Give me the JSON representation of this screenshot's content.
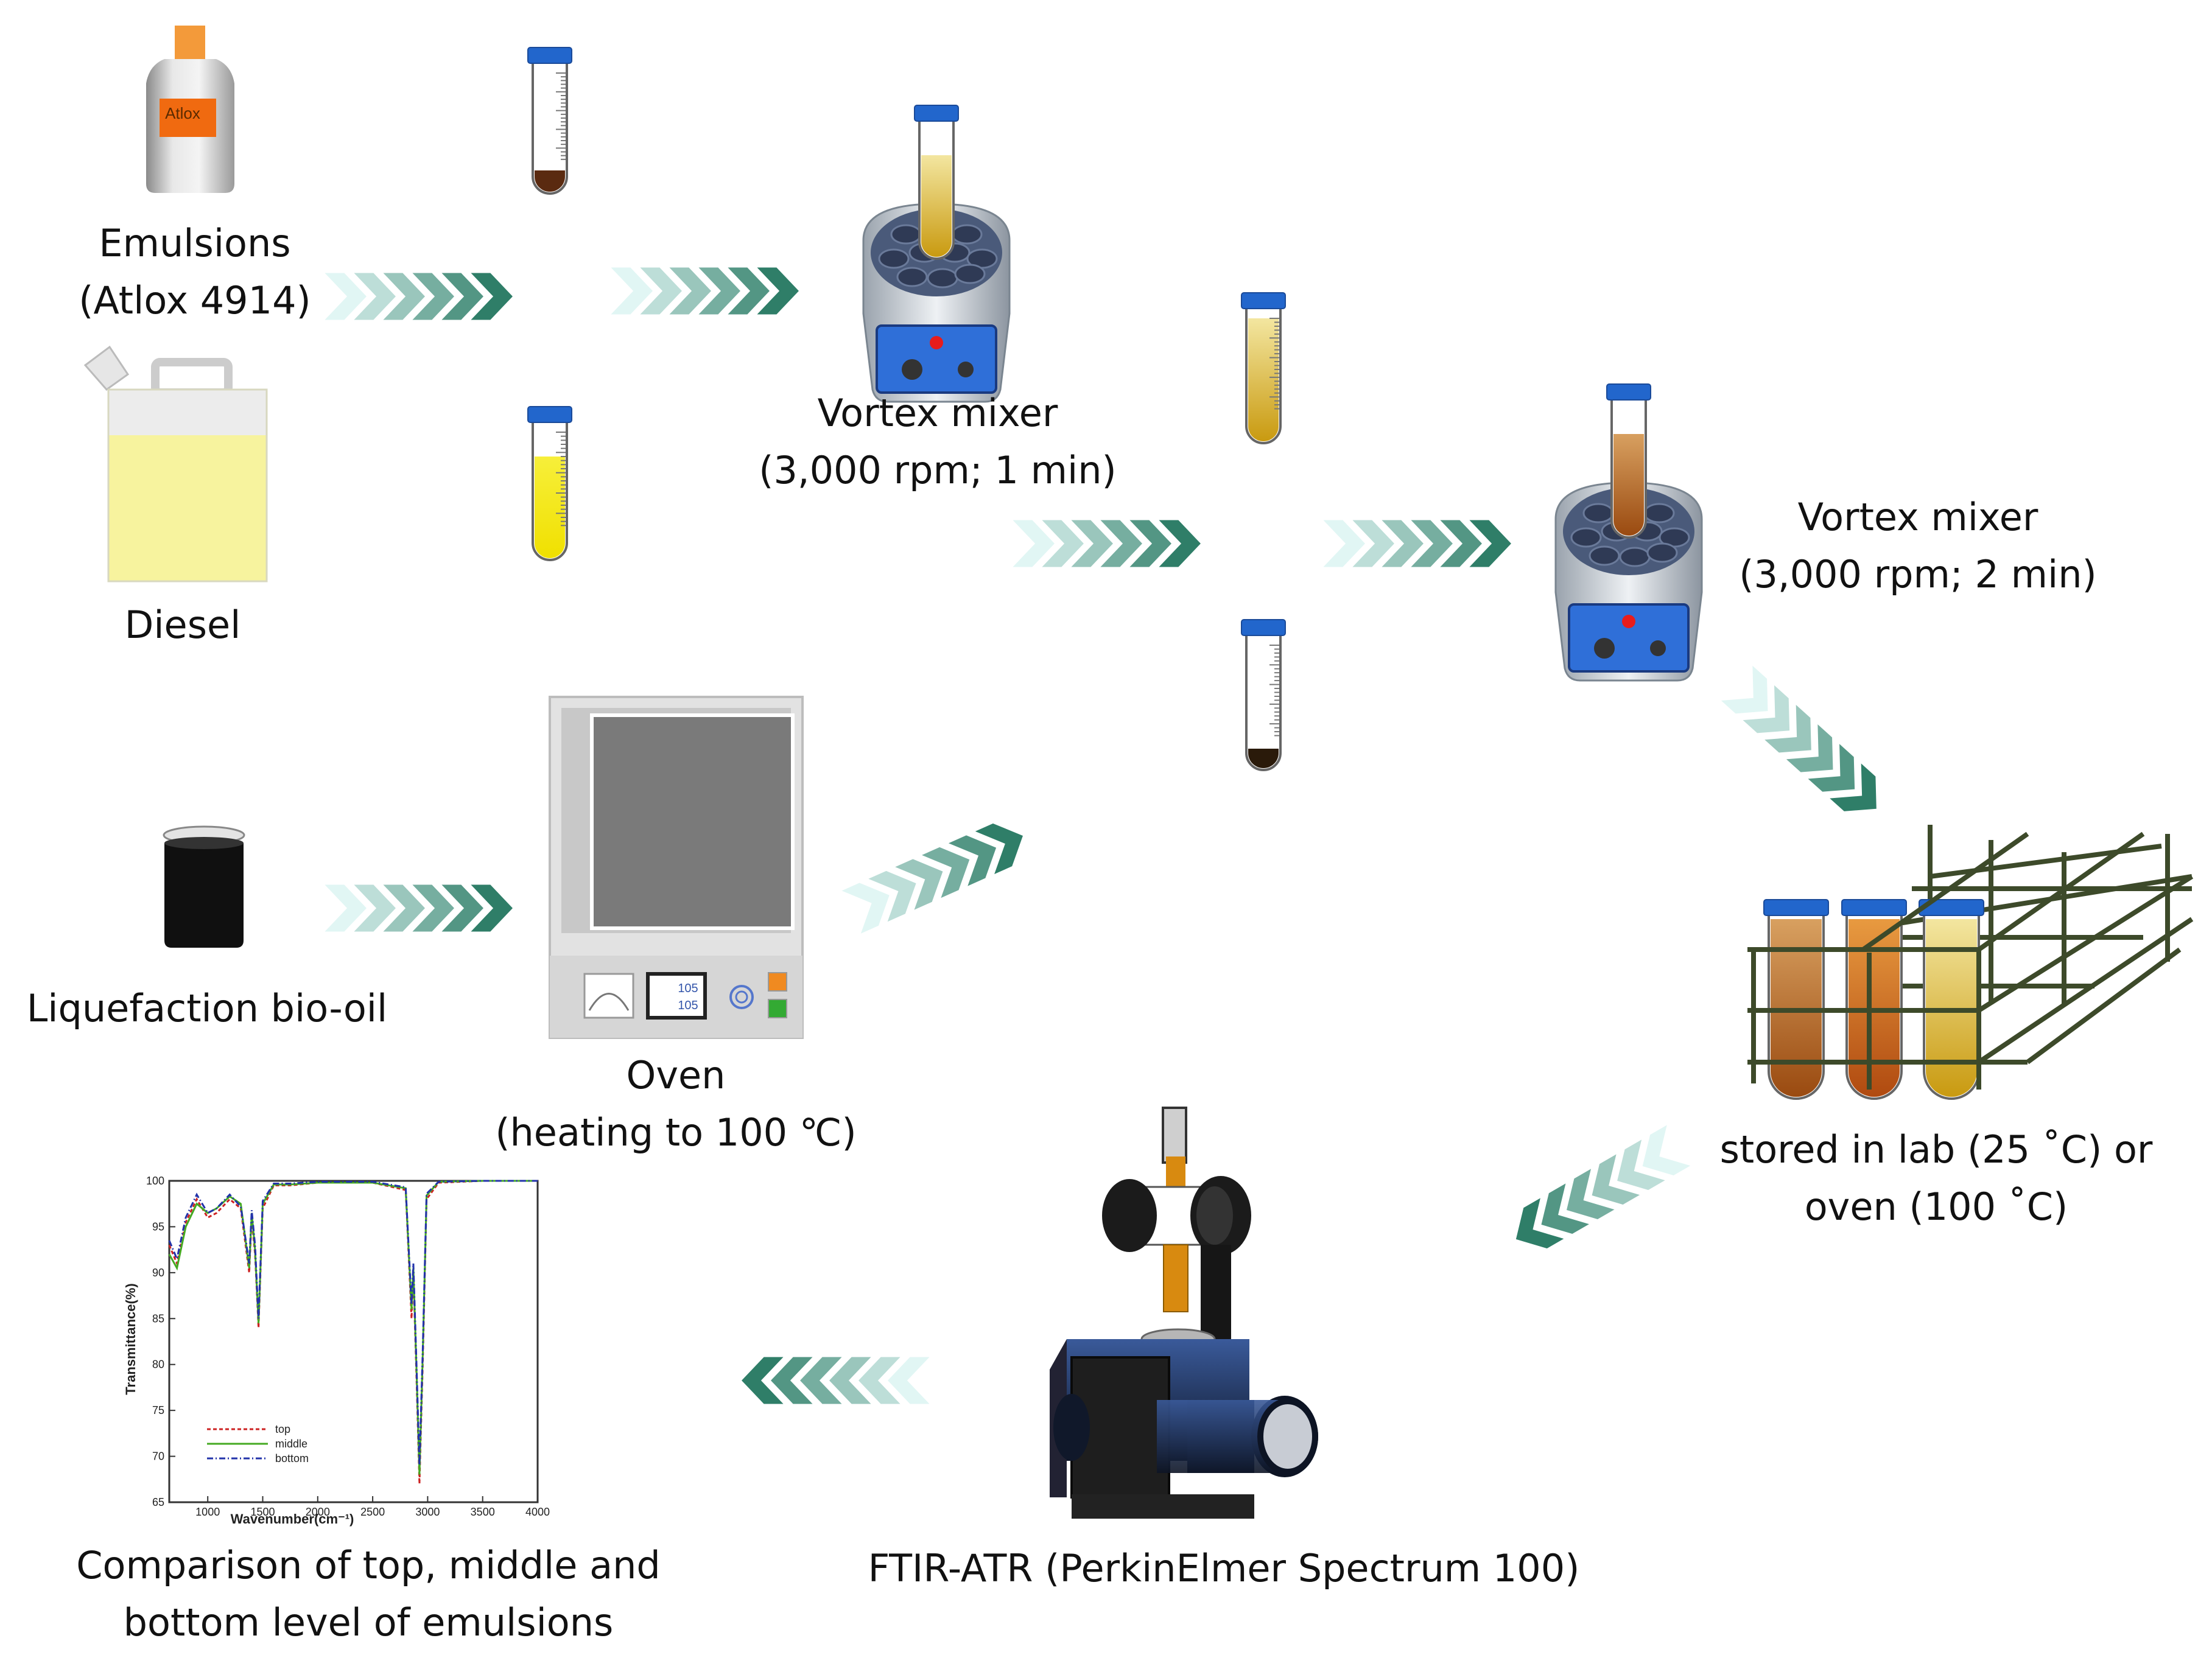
{
  "labels": {
    "emulsions": [
      "Emulsions",
      "(Atlox 4914)"
    ],
    "bottle_label": "Atlox",
    "diesel": "Diesel",
    "bio_oil": "Liquefaction bio-oil",
    "vortex1": [
      "Vortex mixer",
      "(3,000 rpm; 1 min)"
    ],
    "vortex2": [
      "Vortex mixer",
      "(3,000 rpm; 2 min)"
    ],
    "oven": [
      "Oven",
      "(heating to 100 ℃)"
    ],
    "oven_display": [
      "105",
      "105"
    ],
    "storage": [
      "stored in lab (25 ˚C) or",
      "oven (100 ˚C)"
    ],
    "ftir": "FTIR-ATR (PerkinElmer Spectrum 100)",
    "comparison": [
      "Comparison of top, middle and",
      "bottom level of emulsions"
    ]
  },
  "colors": {
    "arrow_dark": "#3a8a70",
    "arrow_light": "#d6f4f4",
    "tube_cap": "#2266cc",
    "diesel": "#f5f09a",
    "bio_oil": "#111111",
    "rack": "#3d4a2a"
  },
  "chart_data": {
    "type": "line",
    "xlabel": "Wavenumber(cm⁻¹)",
    "ylabel": "Transmittance(%)",
    "xlim": [
      650,
      4000
    ],
    "ylim": [
      65,
      100
    ],
    "xticks": [
      "1000",
      "1500",
      "2000",
      "2500",
      "3000",
      "3500",
      "4000"
    ],
    "yticks": [
      "65",
      "70",
      "75",
      "80",
      "85",
      "90",
      "95",
      "100"
    ],
    "legend_position": "lower-left",
    "series": [
      {
        "name": "top",
        "color": "#cc2222",
        "x": [
          650,
          720,
          800,
          900,
          1000,
          1080,
          1200,
          1300,
          1377,
          1400,
          1430,
          1462,
          1500,
          1600,
          1750,
          2000,
          2500,
          2800,
          2853,
          2870,
          2900,
          2925,
          2955,
          2990,
          3100,
          3500,
          4000
        ],
        "y": [
          93,
          91,
          95.5,
          98,
          96,
          96.5,
          98,
          97,
          90,
          96,
          92,
          84,
          97,
          99.5,
          99.5,
          99.8,
          99.8,
          99,
          85,
          90,
          78,
          67,
          80,
          98,
          99.8,
          100,
          100
        ]
      },
      {
        "name": "middle",
        "color": "#44aa22",
        "x": [
          650,
          720,
          800,
          900,
          1000,
          1080,
          1200,
          1300,
          1377,
          1400,
          1430,
          1462,
          1500,
          1600,
          1750,
          2000,
          2500,
          2800,
          2853,
          2870,
          2900,
          2925,
          2955,
          2990,
          3100,
          3500,
          4000
        ],
        "y": [
          92,
          90.5,
          95,
          97.5,
          96.5,
          97,
          98.3,
          97.5,
          90.5,
          96.5,
          92.5,
          84.5,
          97.5,
          99.6,
          99.6,
          99.8,
          99.8,
          99.2,
          86,
          90.5,
          79,
          68,
          81,
          98.4,
          99.9,
          100,
          100
        ]
      },
      {
        "name": "bottom",
        "color": "#2233aa",
        "x": [
          650,
          720,
          800,
          900,
          1000,
          1080,
          1200,
          1300,
          1377,
          1400,
          1430,
          1462,
          1500,
          1600,
          1750,
          2000,
          2500,
          2800,
          2853,
          2870,
          2900,
          2925,
          2955,
          2990,
          3100,
          3500,
          4000
        ],
        "y": [
          93.5,
          91.5,
          96,
          98.5,
          96.5,
          97,
          98.5,
          97.2,
          91,
          96.8,
          93,
          85,
          97.8,
          99.7,
          99.7,
          99.9,
          99.9,
          99.3,
          86.5,
          91,
          79.5,
          69,
          81.5,
          98.6,
          99.9,
          100,
          100
        ]
      }
    ]
  }
}
